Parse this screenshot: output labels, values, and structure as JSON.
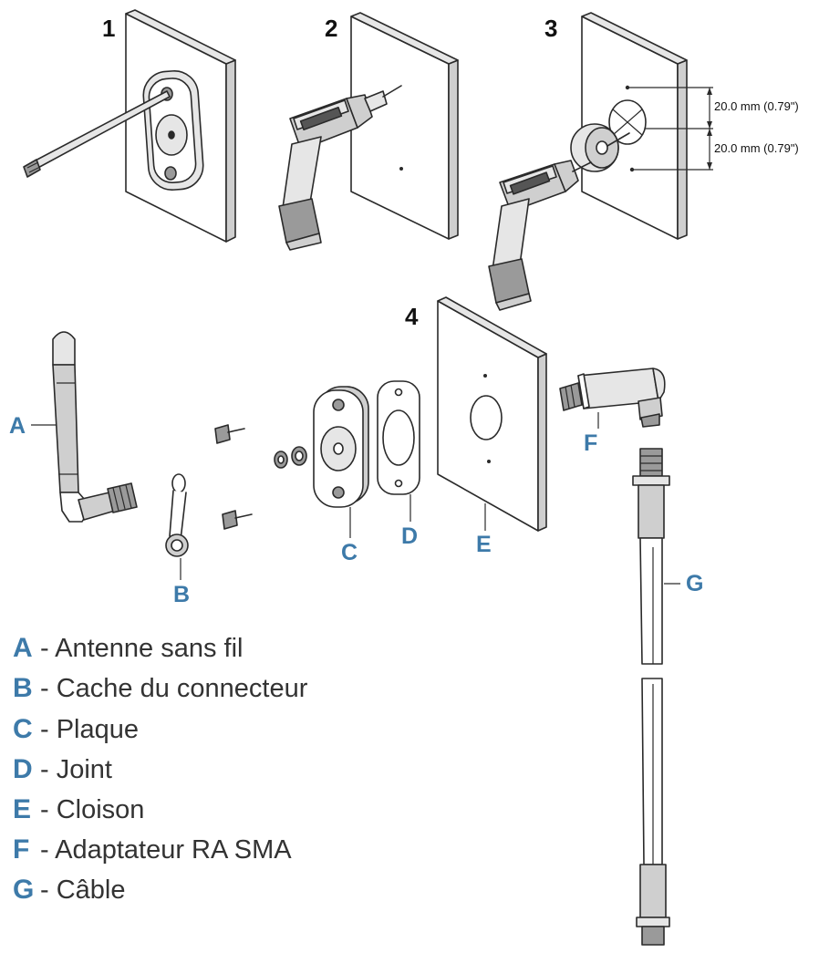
{
  "steps": [
    "1",
    "2",
    "3",
    "4"
  ],
  "dimensions": {
    "upper": "20.0 mm (0.79\")",
    "lower": "20.0 mm (0.79\")"
  },
  "callouts": {
    "A": "A",
    "B": "B",
    "C": "C",
    "D": "D",
    "E": "E",
    "F": "F",
    "G": "G"
  },
  "legend": [
    {
      "key": "A",
      "text": "- Antenne sans fil"
    },
    {
      "key": "B",
      "text": "- Cache du connecteur"
    },
    {
      "key": "C",
      "text": "- Plaque"
    },
    {
      "key": "D",
      "text": "- Joint"
    },
    {
      "key": "E",
      "text": "- Cloison"
    },
    {
      "key": "F",
      "text": "- Adaptateur RA SMA"
    },
    {
      "key": "G",
      "text": "- Câble"
    }
  ],
  "colors": {
    "accent": "#3d7aa9",
    "line": "#2a2a2a",
    "legend_text": "#333333"
  }
}
